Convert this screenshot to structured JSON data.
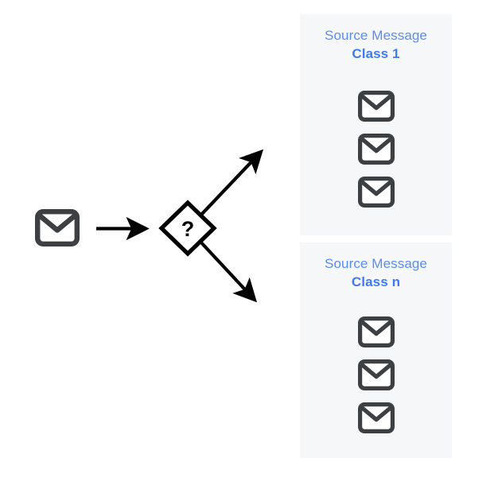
{
  "diagram": {
    "title": "message routing to source message classes",
    "source": {
      "icon": "envelope-icon",
      "label": ""
    },
    "decision": {
      "icon": "diamond-decision",
      "label": "?"
    },
    "arrows": [
      {
        "name": "arrow-source-to-decision",
        "direction": "right"
      },
      {
        "name": "arrow-decision-to-class-1",
        "direction": "up-right"
      },
      {
        "name": "arrow-decision-to-class-n",
        "direction": "down-right"
      }
    ],
    "panels": [
      {
        "id": "class-1",
        "title_top": "Source Message",
        "title_bottom": "Class 1",
        "message_count": 3,
        "messages": [
          "message-1",
          "message-2",
          "message-3"
        ]
      },
      {
        "id": "class-n",
        "title_top": "Source Message",
        "title_bottom": "Class n",
        "message_count": 3,
        "messages": [
          "message-1",
          "message-2",
          "message-3"
        ]
      }
    ],
    "colors": {
      "panel_background": "#f6f7f9",
      "title_top": "#5b8def",
      "title_bottom": "#3f7bf0",
      "envelope": "#3c4043",
      "arrow": "#000000",
      "page_background": "#ffffff"
    }
  }
}
